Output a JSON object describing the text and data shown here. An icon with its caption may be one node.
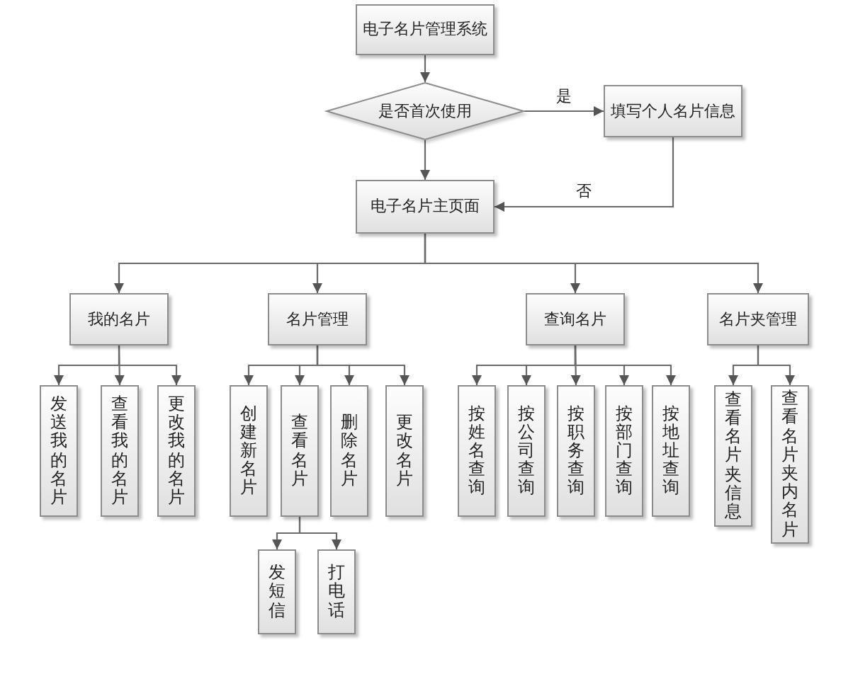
{
  "diagram": {
    "nodes": [
      {
        "text": [
          "电子名片管理系统"
        ]
      },
      {
        "text": [
          "是否首次使用"
        ]
      },
      {
        "text": [
          "填写个人名片信息"
        ]
      },
      {
        "text": [
          "电子名片主页面"
        ]
      },
      {
        "text": [
          "我的名片"
        ]
      },
      {
        "text": [
          "名片管理"
        ]
      },
      {
        "text": [
          "查询名片"
        ]
      },
      {
        "text": [
          "名片夹管理"
        ]
      },
      {
        "text": [
          "发送我的名片"
        ]
      },
      {
        "text": [
          "查看我的名片"
        ]
      },
      {
        "text": [
          "更改我的名片"
        ]
      },
      {
        "text": [
          "创建新名片"
        ]
      },
      {
        "text": [
          "查看名片"
        ]
      },
      {
        "text": [
          "删除名片"
        ]
      },
      {
        "text": [
          "更改名片"
        ]
      },
      {
        "text": [
          "按姓名查询"
        ]
      },
      {
        "text": [
          "按公司查询"
        ]
      },
      {
        "text": [
          "按职务查询"
        ]
      },
      {
        "text": [
          "按部门查询"
        ]
      },
      {
        "text": [
          "按地址查询"
        ]
      },
      {
        "text": [
          "查看名片夹信息"
        ]
      },
      {
        "text": [
          "查看名片夹内名片"
        ]
      },
      {
        "text": [
          "发短信"
        ]
      },
      {
        "text": [
          "打电话"
        ]
      }
    ],
    "edges": [
      {
        "from": 0,
        "to": 1,
        "arrow": "to"
      },
      {
        "from": 1,
        "to": 2,
        "arrow": "to",
        "label": "是"
      },
      {
        "from": 2,
        "to": 3,
        "arrow": "to",
        "label": "否"
      },
      {
        "from": 1,
        "to": 3,
        "arrow": "to"
      },
      {
        "from": 3,
        "to": 4,
        "arrow": "to"
      },
      {
        "from": 3,
        "to": 5,
        "arrow": "to"
      },
      {
        "from": 3,
        "to": 6,
        "arrow": "to"
      },
      {
        "from": 3,
        "to": 7,
        "arrow": "to"
      },
      {
        "from": 4,
        "to": 8,
        "arrow": "to"
      },
      {
        "from": 4,
        "to": 9,
        "arrow": "to"
      },
      {
        "from": 4,
        "to": 10,
        "arrow": "to"
      },
      {
        "from": 5,
        "to": 11,
        "arrow": "to"
      },
      {
        "from": 5,
        "to": 12,
        "arrow": "to"
      },
      {
        "from": 5,
        "to": 13,
        "arrow": "to"
      },
      {
        "from": 5,
        "to": 14,
        "arrow": "to"
      },
      {
        "from": 6,
        "to": 15,
        "arrow": "to"
      },
      {
        "from": 6,
        "to": 16,
        "arrow": "to"
      },
      {
        "from": 6,
        "to": 17,
        "arrow": "to"
      },
      {
        "from": 6,
        "to": 18,
        "arrow": "to"
      },
      {
        "from": 6,
        "to": 19,
        "arrow": "to"
      },
      {
        "from": 7,
        "to": 20,
        "arrow": "to"
      },
      {
        "from": 7,
        "to": 21,
        "arrow": "to"
      },
      {
        "from": 12,
        "to": 22,
        "arrow": "to"
      },
      {
        "from": 12,
        "to": 23,
        "arrow": "to"
      }
    ]
  }
}
